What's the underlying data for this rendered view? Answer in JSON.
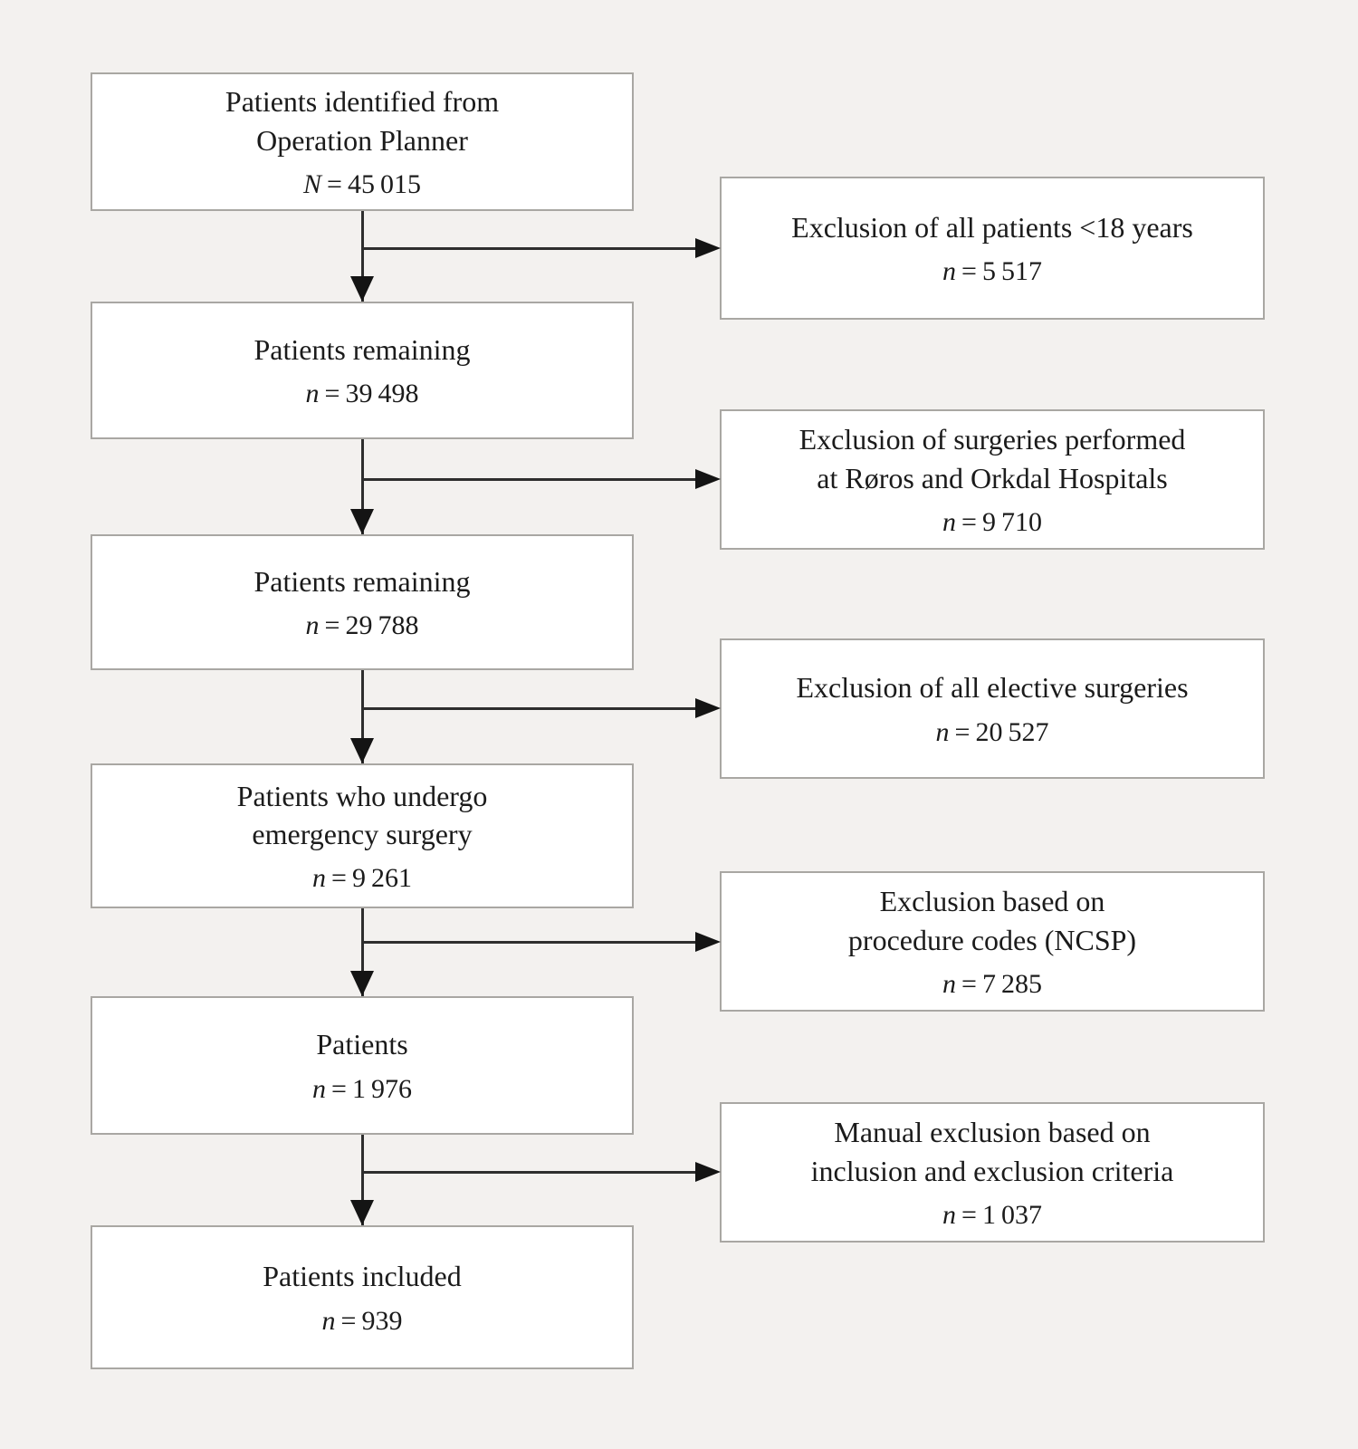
{
  "colors": {
    "background": "#f3f1ef",
    "box_fill": "#ffffff",
    "box_border": "#a9a7a3",
    "line": "#2e2e2e",
    "arrowhead": "#141414",
    "text": "#1b1b1b"
  },
  "flow": {
    "main": [
      {
        "title": "Patients identified from\nOperation Planner",
        "count": {
          "symbol": "N",
          "rest": "= 45 015"
        }
      },
      {
        "title": "Patients remaining",
        "count": {
          "symbol": "n",
          "rest": "= 39 498"
        }
      },
      {
        "title": "Patients remaining",
        "count": {
          "symbol": "n",
          "rest": "= 29 788"
        }
      },
      {
        "title": "Patients who undergo\nemergency surgery",
        "count": {
          "symbol": "n",
          "rest": "= 9 261"
        }
      },
      {
        "title": "Patients",
        "count": {
          "symbol": "n",
          "rest": "= 1 976"
        }
      },
      {
        "title": "Patients included",
        "count": {
          "symbol": "n",
          "rest": "= 939"
        }
      }
    ],
    "exclusions": [
      {
        "title": "Exclusion of all patients <18 years",
        "count": {
          "symbol": "n",
          "rest": "= 5 517"
        }
      },
      {
        "title": "Exclusion of surgeries performed\nat Røros and Orkdal Hospitals",
        "count": {
          "symbol": "n",
          "rest": "= 9 710"
        }
      },
      {
        "title": "Exclusion of all elective surgeries",
        "count": {
          "symbol": "n",
          "rest": "= 20 527"
        }
      },
      {
        "title": "Exclusion based on\nprocedure codes (NCSP)",
        "count": {
          "symbol": "n",
          "rest": "= 7 285"
        }
      },
      {
        "title": "Manual exclusion based on\ninclusion and exclusion criteria",
        "count": {
          "symbol": "n",
          "rest": "= 1 037"
        }
      }
    ]
  }
}
